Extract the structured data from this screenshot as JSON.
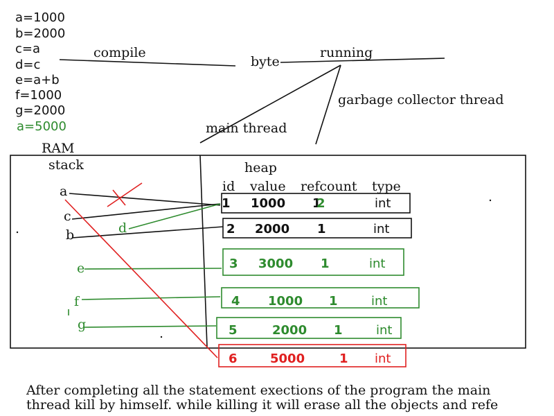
{
  "code": [
    "a=1000",
    "b=2000",
    "c=a",
    "d=c",
    "e=a+b",
    "f=1000",
    "g=2000"
  ],
  "code_new": "a=5000",
  "labels": {
    "compile": "compile",
    "byte": "byte",
    "running": "running",
    "gc_thread": "garbage  collector  thread",
    "main_thread": "main  thread",
    "ram": "RAM",
    "stack": "stack",
    "heap": "heap"
  },
  "heap_headers": [
    "id",
    "value",
    "refcount",
    "type"
  ],
  "stack_vars": [
    "a",
    "c",
    "b",
    "d",
    "e",
    "f",
    "g"
  ],
  "heap_rows": [
    {
      "id": "1",
      "value": "1000",
      "refcount": "1",
      "refcount_overwrite": "2",
      "type": "int",
      "color": "black"
    },
    {
      "id": "2",
      "value": "2000",
      "refcount": "1",
      "type": "int",
      "color": "black"
    },
    {
      "id": "3",
      "value": "3000",
      "refcount": "1",
      "type": "int",
      "color": "green"
    },
    {
      "id": "4",
      "value": "1000",
      "refcount": "1",
      "type": "int",
      "color": "green"
    },
    {
      "id": "5",
      "value": "2000",
      "refcount": "1",
      "type": "int",
      "color": "green"
    },
    {
      "id": "6",
      "value": "5000",
      "refcount": "1",
      "type": "int",
      "color": "red"
    }
  ],
  "note_lines": [
    "After completing all the statement exections of the program the main",
    "thread kill by himself. while killing it will erase all the objects and refe"
  ],
  "colors": {
    "black": "#111111",
    "green": "#2e8b2e",
    "red": "#e02020"
  }
}
